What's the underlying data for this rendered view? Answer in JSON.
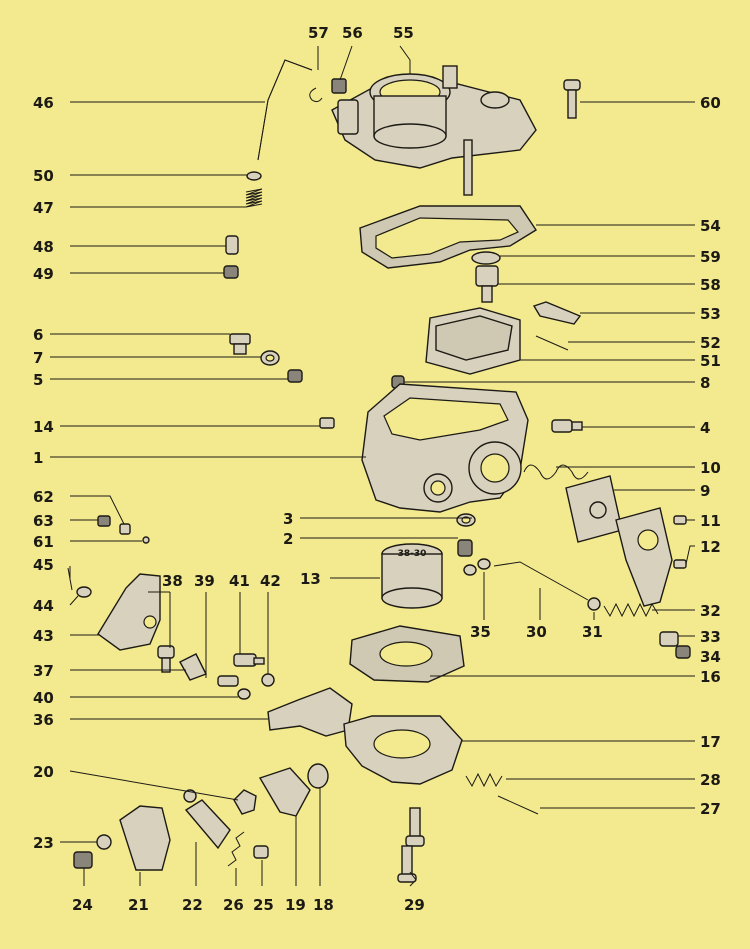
{
  "part_numbers": {
    "p1": "1",
    "p2": "2",
    "p3": "3",
    "p4": "4",
    "p5": "5",
    "p6": "6",
    "p7": "7",
    "p8": "8",
    "p9": "9",
    "p10": "10",
    "p11": "11",
    "p12": "12",
    "p13": "13",
    "p14": "14",
    "p16": "16",
    "p17": "17",
    "p18": "18",
    "p19": "19",
    "p20": "20",
    "p21": "21",
    "p22": "22",
    "p23": "23",
    "p24": "24",
    "p25": "25",
    "p26": "26",
    "p27": "27",
    "p28": "28",
    "p29": "29",
    "p30": "30",
    "p31": "31",
    "p32": "32",
    "p33": "33",
    "p34": "34",
    "p35": "35",
    "p36": "36",
    "p37": "37",
    "p38": "38",
    "p39": "39",
    "p40": "40",
    "p41": "41",
    "p42": "42",
    "p43": "43",
    "p44": "44",
    "p45": "45",
    "p46": "46",
    "p47": "47",
    "p48": "48",
    "p49": "49",
    "p50": "50",
    "p51": "51",
    "p52": "52",
    "p53": "53",
    "p54": "54",
    "p55": "55",
    "p56": "56",
    "p57": "57",
    "p58": "58",
    "p59": "59",
    "p60": "60",
    "p61": "61",
    "p62": "62",
    "p63": "63"
  },
  "float_chamber_marking": "38-30",
  "colors": {
    "background": "#f3ea8f",
    "ink": "#1c1a14",
    "metal": "#d8d1bd"
  }
}
